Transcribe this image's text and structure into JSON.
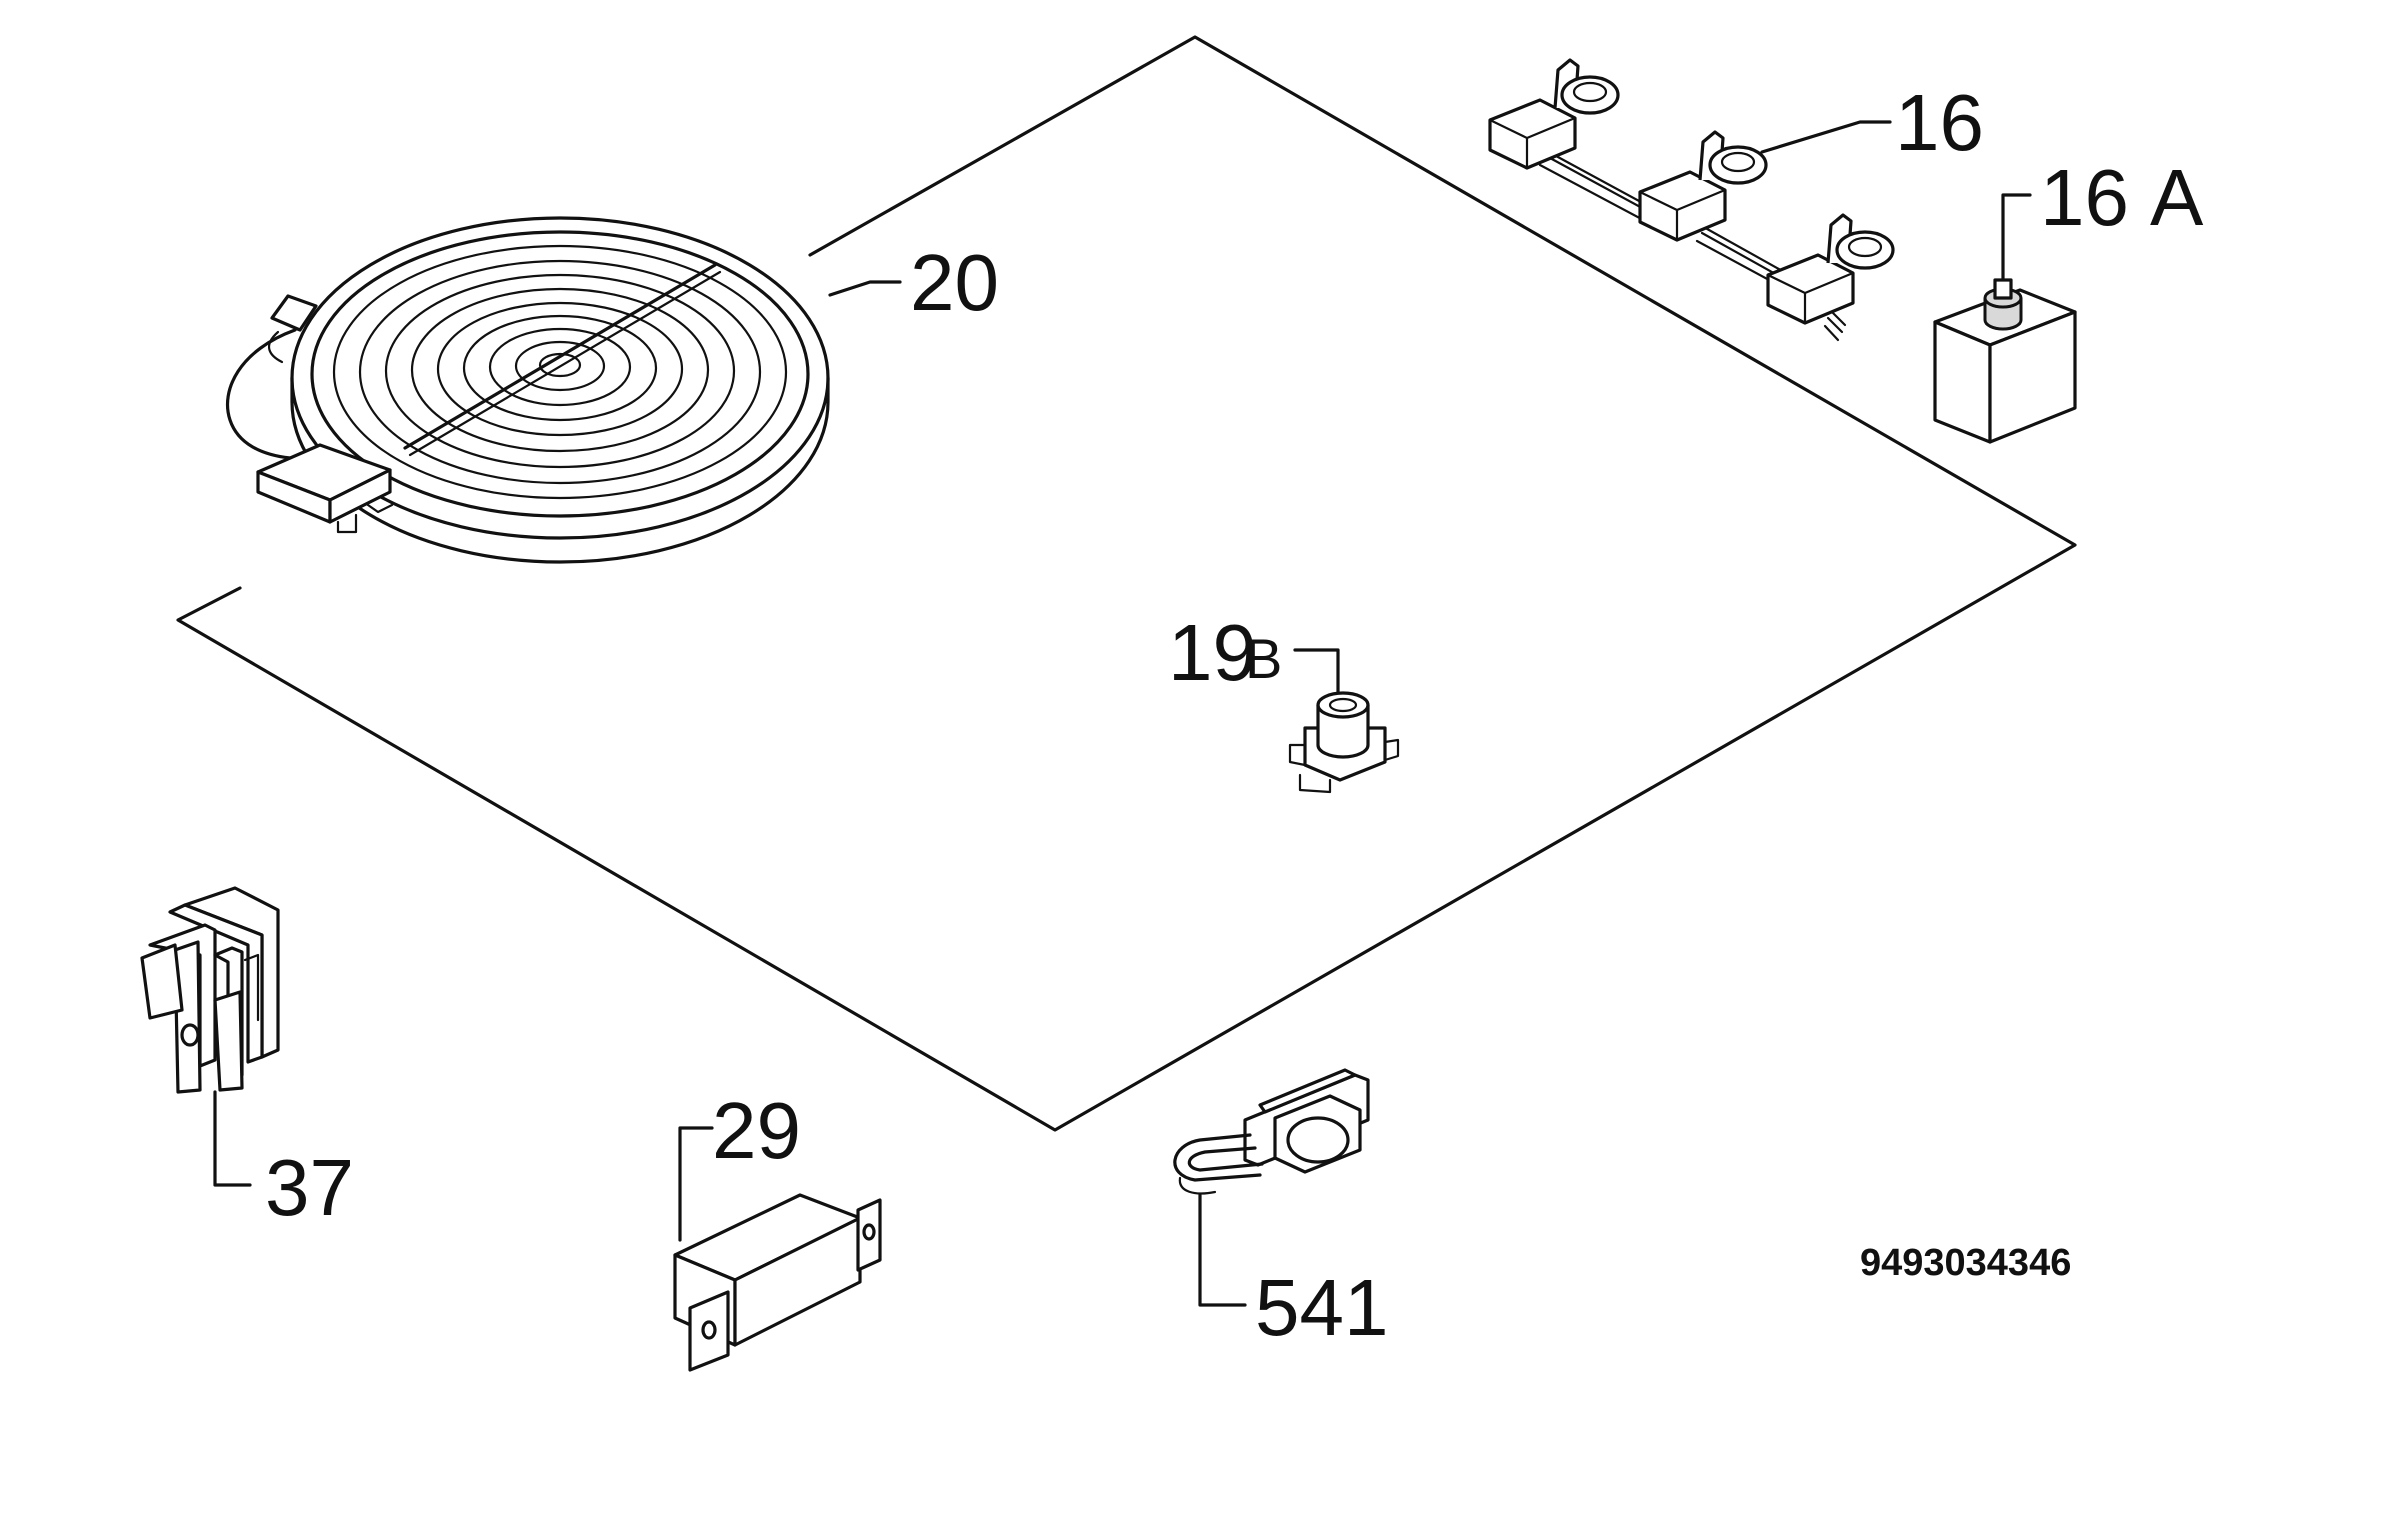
{
  "callouts": {
    "c16": "16",
    "c16a_num": "16",
    "c16a_letter": "A",
    "c20": "20",
    "c19b_num": "19",
    "c19b_letter": "B",
    "c37": "37",
    "c29": "29",
    "c541": "541"
  },
  "document_number": "9493034346",
  "colors": {
    "line": "#111111",
    "background": "#ffffff"
  }
}
